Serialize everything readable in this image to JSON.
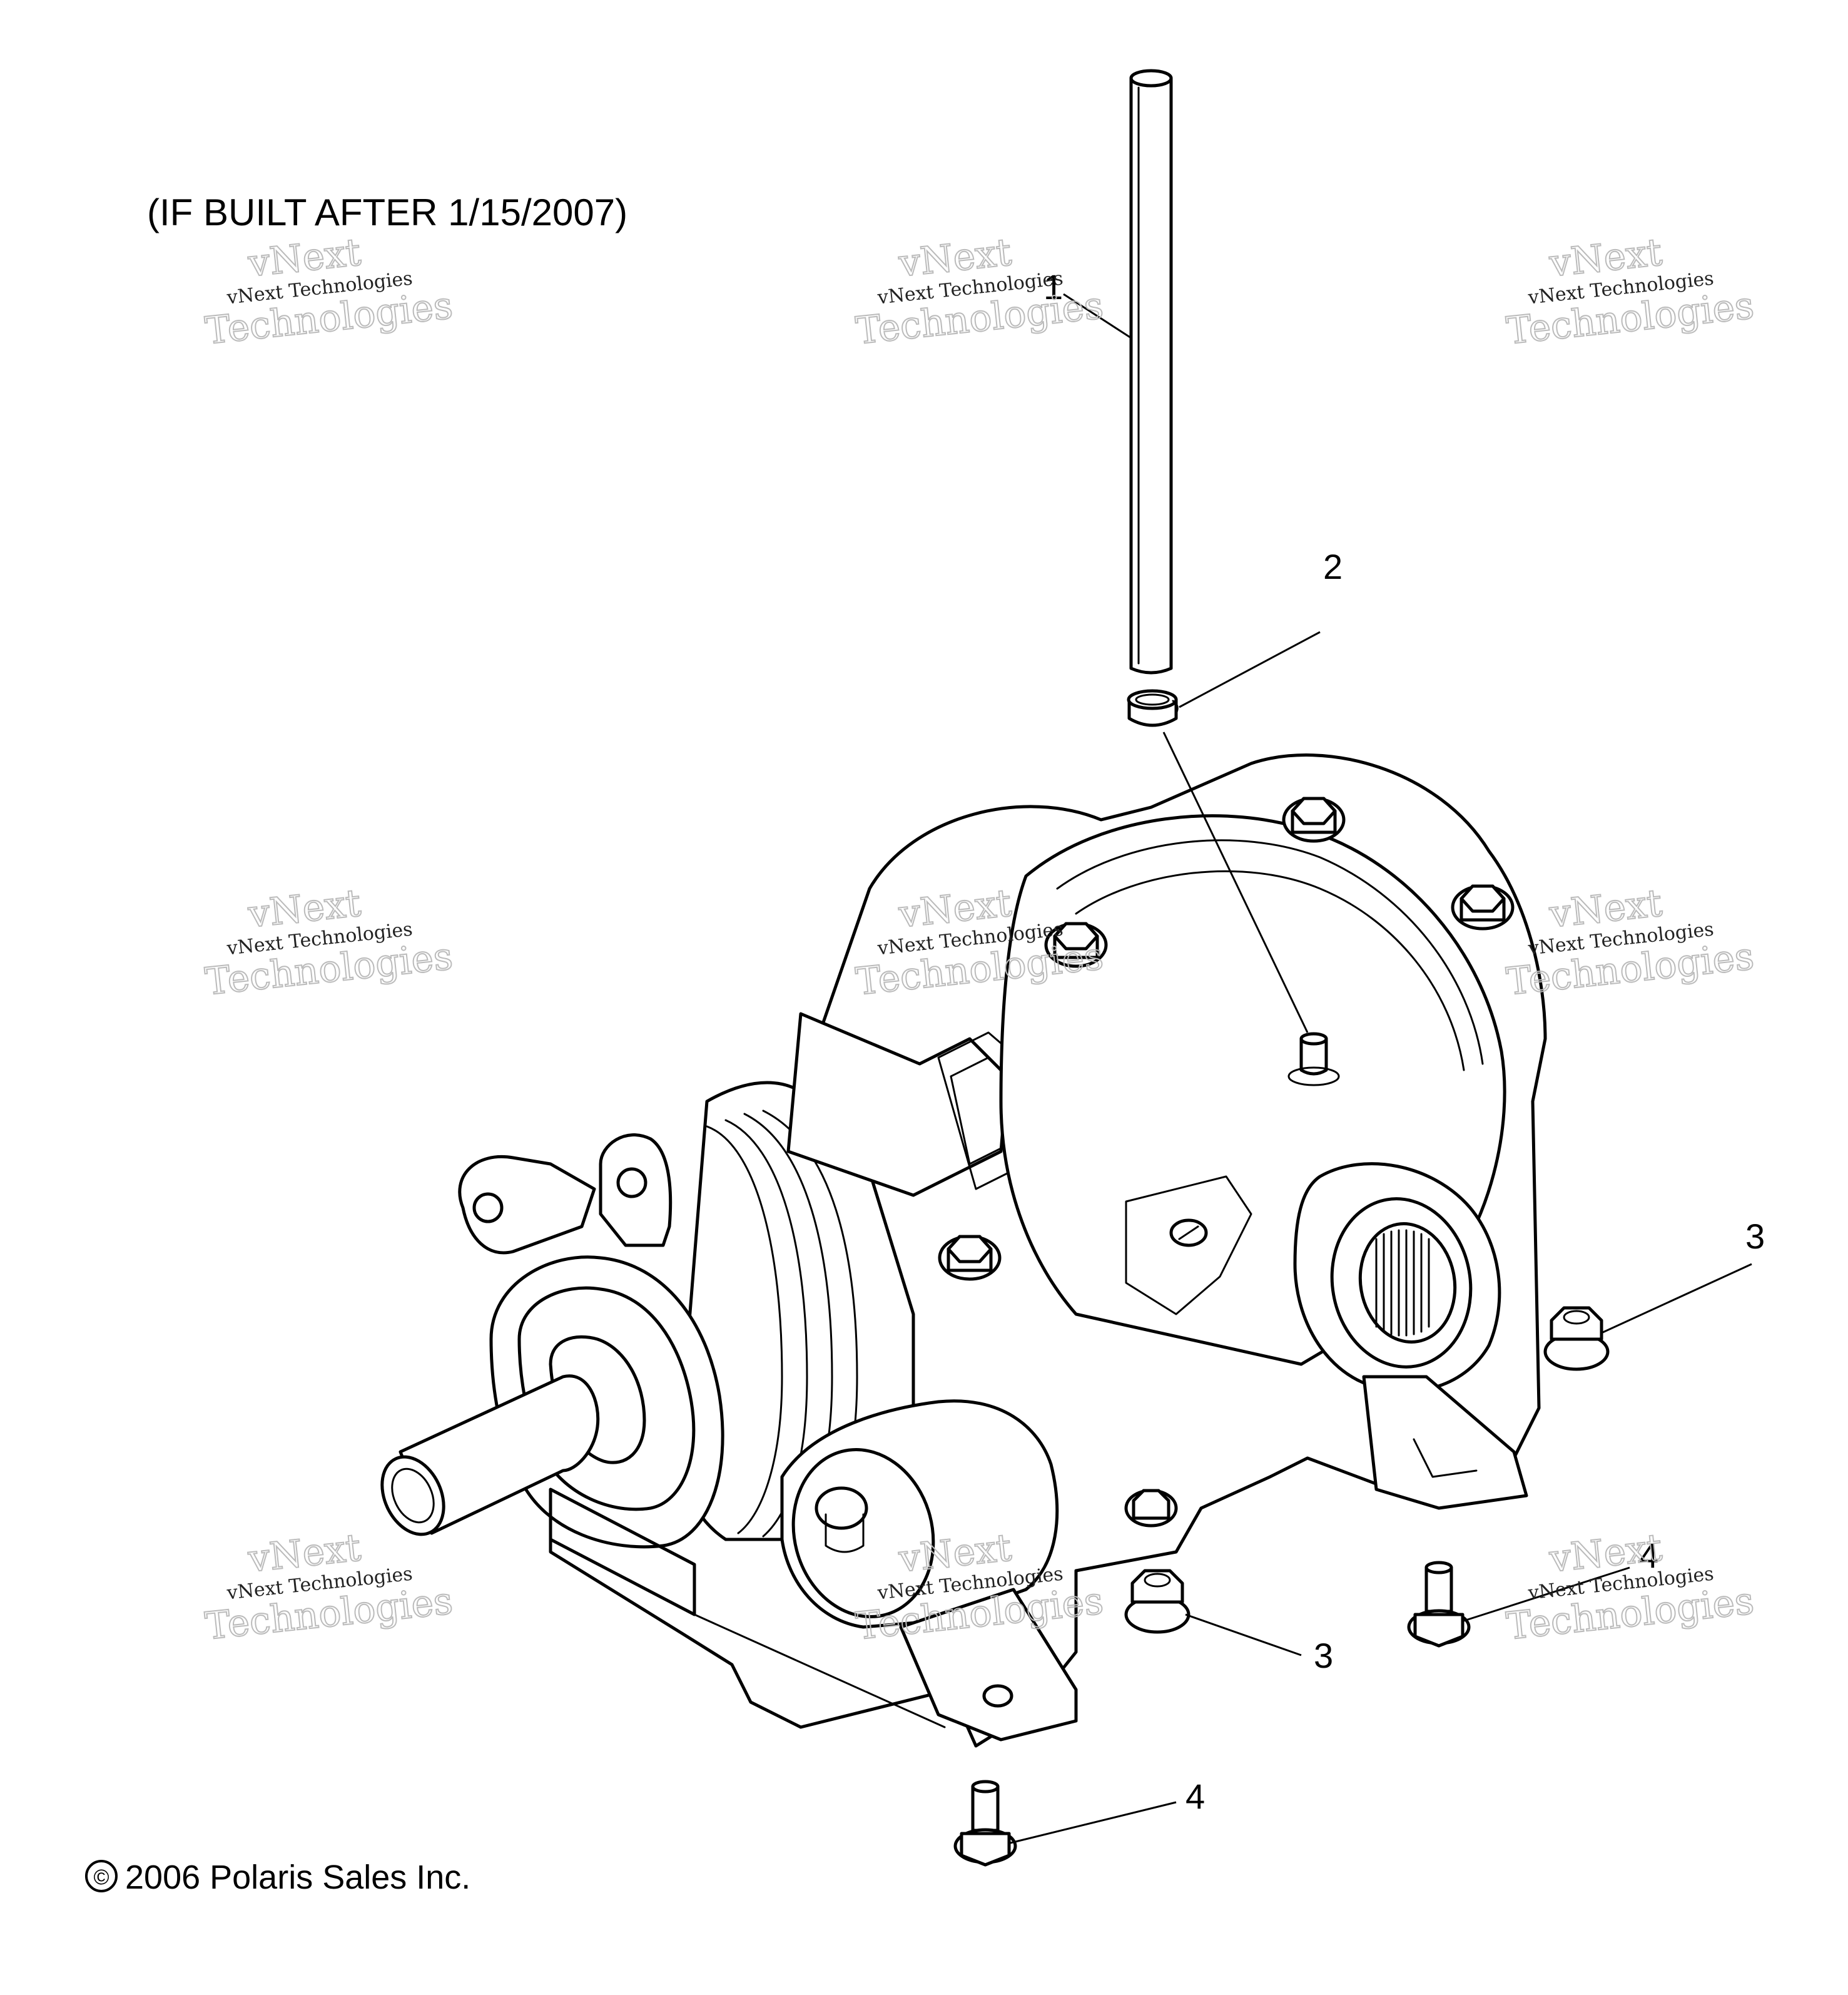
{
  "note": "(IF BUILT AFTER 1/15/2007)",
  "copyright": "2006 Polaris Sales Inc.",
  "copyright_symbol": "©",
  "callouts": {
    "c1": "1",
    "c2": "2",
    "c3a": "3",
    "c3b": "3",
    "c4a": "4",
    "c4b": "4"
  },
  "watermark": {
    "line1": "vNext",
    "line2": "vNext Technologies",
    "line3": "Technologies"
  }
}
